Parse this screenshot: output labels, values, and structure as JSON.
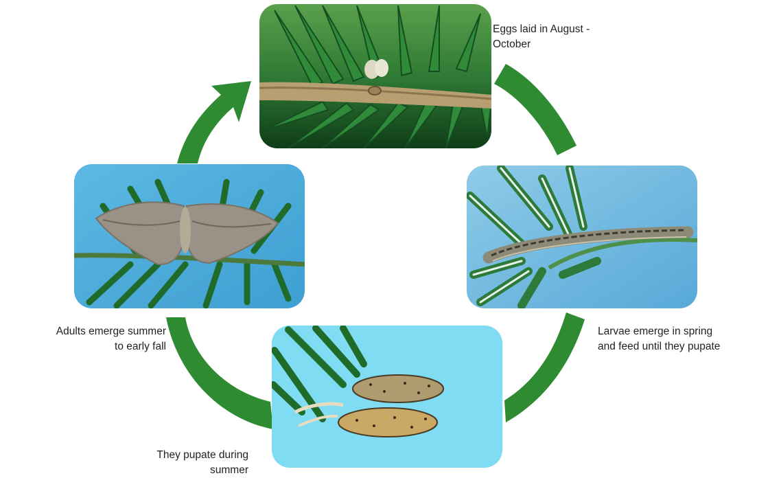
{
  "colors": {
    "arrow": "#2e8b32",
    "needle_dark": "#1f6b2a",
    "needle_light": "#3f9a46",
    "twig": "#a08a63",
    "sky_blue": "#6fc3e6",
    "pupa_bg": "#7fdcf2",
    "moth": "#9a9286",
    "larva": "#8d8a78"
  },
  "icons": {
    "eggs": "fir-twig-with-eggs-photo",
    "larvae": "caterpillar-on-needles-photo",
    "pupa": "pupae-on-needles-photo",
    "adult": "moth-on-fir-branch-photo"
  },
  "stages": {
    "eggs": {
      "line1": "Eggs laid in August -",
      "line2": "October"
    },
    "larvae": {
      "line1": "Larvae emerge in spring",
      "line2": "and feed until they pupate"
    },
    "pupa": {
      "line1": "They pupate during",
      "line2": "summer"
    },
    "adult": {
      "line1": "Adults emerge summer",
      "line2": "to early fall"
    }
  }
}
